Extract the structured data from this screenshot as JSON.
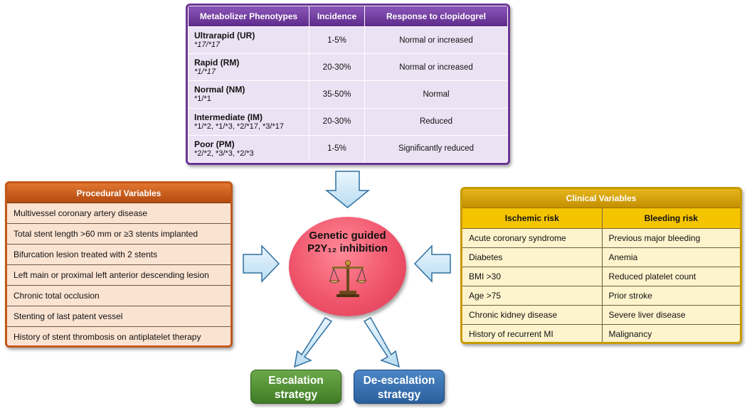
{
  "metabolizer": {
    "headers": [
      "Metabolizer Phenotypes",
      "Incidence",
      "Response to clopidogrel"
    ],
    "rows": [
      {
        "name": "Ultrarapid (UR)",
        "genotype": "*17/*17",
        "italic": true,
        "incidence": "1-5%",
        "response": "Normal or increased"
      },
      {
        "name": "Rapid (RM)",
        "genotype": "*1/*17",
        "italic": true,
        "incidence": "20-30%",
        "response": "Normal or increased"
      },
      {
        "name": "Normal (NM)",
        "genotype": "*1/*1",
        "italic": false,
        "incidence": "35-50%",
        "response": "Normal"
      },
      {
        "name": "Intermediate (IM)",
        "genotype": "*1/*2, *1/*3, *2/*17, *3/*17",
        "italic": false,
        "incidence": "20-30%",
        "response": "Reduced"
      },
      {
        "name": "Poor (PM)",
        "genotype": "*2/*2, *3/*3, *2/*3",
        "italic": false,
        "incidence": "1-5%",
        "response": "Significantly reduced"
      }
    ]
  },
  "procedural": {
    "title": "Procedural Variables",
    "items": [
      "Multivessel coronary artery disease",
      "Total stent length >60 mm or ≥3 stents implanted",
      "Bifurcation lesion treated with 2 stents",
      "Left main or proximal left anterior descending lesion",
      "Chronic total occlusion",
      "Stenting of last patent vessel",
      "History of stent thrombosis on antiplatelet therapy"
    ]
  },
  "clinical": {
    "title": "Clinical Variables",
    "ischemic_header": "Ischemic risk",
    "bleeding_header": "Bleeding risk",
    "rows": [
      {
        "ischemic": "Acute coronary syndrome",
        "bleeding": "Previous major bleeding"
      },
      {
        "ischemic": "Diabetes",
        "bleeding": "Anemia"
      },
      {
        "ischemic": "BMI >30",
        "bleeding": "Reduced platelet count"
      },
      {
        "ischemic": "Age >75",
        "bleeding": "Prior stroke"
      },
      {
        "ischemic": "Chronic kidney disease",
        "bleeding": "Severe liver disease"
      },
      {
        "ischemic": "History of recurrent MI",
        "bleeding": "Malignancy"
      }
    ]
  },
  "center": {
    "line1": "Genetic guided",
    "line2": "P2Y₁₂ inhibition",
    "icon": "balance-scale-icon"
  },
  "strategies": {
    "escalation": {
      "line1": "Escalation",
      "line2": "strategy"
    },
    "deescalation": {
      "line1": "De-escalation",
      "line2": "strategy"
    }
  },
  "colors": {
    "purple": "#6a3596",
    "orange": "#c2581a",
    "gold": "#c99a00",
    "center": "#f0556c",
    "arrow_fill": "#cce8f6",
    "arrow_stroke": "#2f6f9f",
    "escalation": "#4f8f33",
    "deescalation": "#3a72b3"
  }
}
